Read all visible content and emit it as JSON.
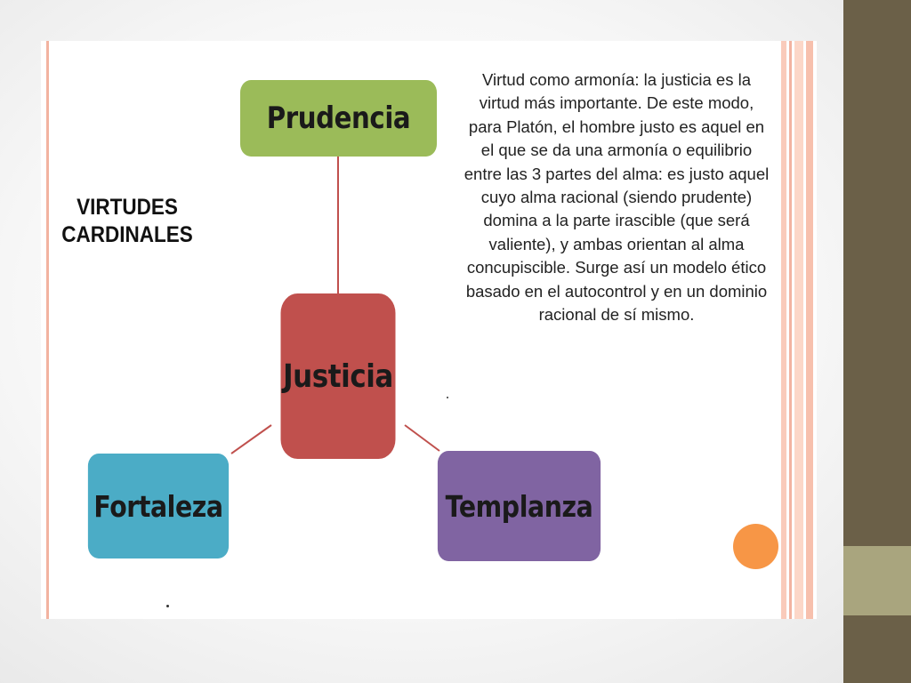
{
  "diagram": {
    "heading": "VIRTUDES CARDINALES",
    "nodes": {
      "prudencia": "Prudencia",
      "justicia": "Justicia",
      "fortaleza": "Fortaleza",
      "templanza": "Templanza"
    },
    "description": "Virtud como armonía: la justicia es la virtud más importante. De este modo, para Platón, el hombre justo es aquel en el que se da una armonía o equilibrio entre las 3 partes del alma: es justo aquel cuyo alma racional (siendo prudente) domina a la parte irascible (que será valiente), y ambas orientan al alma concupiscible. Surge así un modelo ético basado en el autocontrol y en un dominio racional de sí mismo."
  },
  "colors": {
    "prudencia": "#9bbb59",
    "justicia": "#c0504d",
    "fortaleza": "#4bacc6",
    "templanza": "#8064a2",
    "connector": "#c0504d",
    "accent_dot": "#f79646",
    "side_bar": "#6b6048",
    "side_accent": "#a9a57e"
  }
}
